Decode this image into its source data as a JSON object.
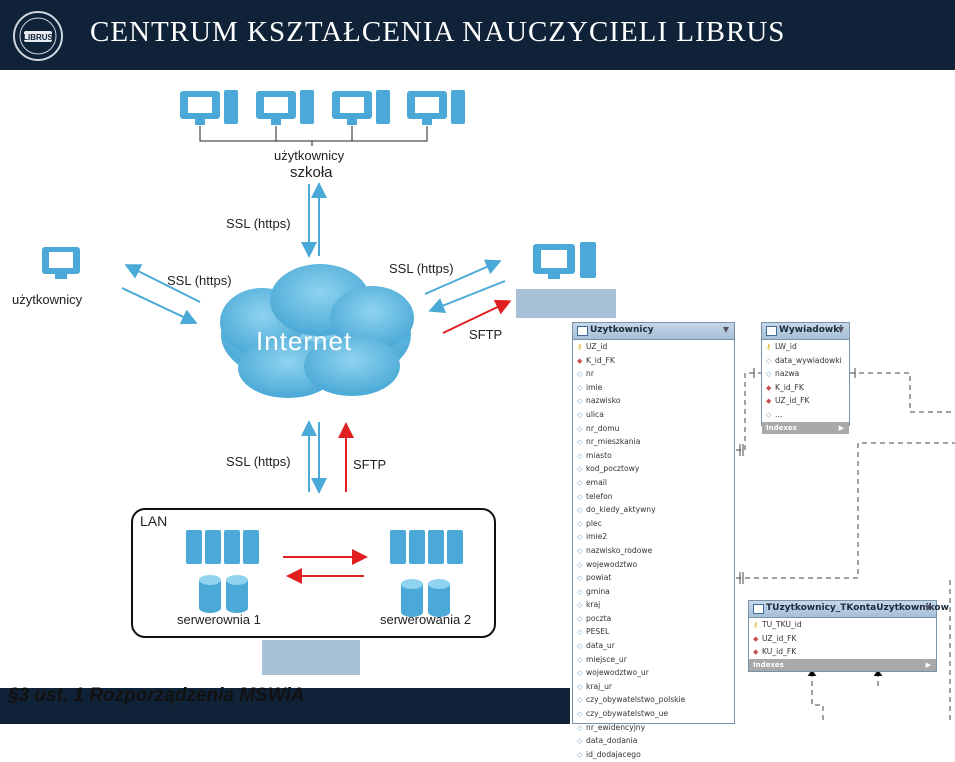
{
  "header": {
    "title": "CENTRUM KSZTAŁCENIA NAUCZYCIELI LIBRUS",
    "logo_text": "LIBRUS",
    "bg_color": "#0f2237"
  },
  "diagram": {
    "top_users_label": "użytkownicy",
    "school_label": "szkoła",
    "ssl_top": "SSL (https)",
    "left_users_label": "użytkownicy",
    "ssl_left": "SSL (https)",
    "ssl_right": "SSL (https)",
    "sftp_right": "SFTP",
    "internet_label": "Internet",
    "ssl_bottom": "SSL (https)",
    "sftp_bottom": "SFTP",
    "lan_label": "LAN",
    "server_room_1": "serwerownia 1",
    "server_room_2": "serwerowania 2",
    "cloud_color": "#5bb8e3",
    "arrow_blue": "#4aa9d6",
    "arrow_red": "#e02020"
  },
  "footer": {
    "caption": "§3 ust. 1 Rozporządzenia MSWiA"
  },
  "er": {
    "uzytkownicy": {
      "name": "Uzytkownicy",
      "columns": [
        "UZ_id",
        "K_id_FK",
        "nr",
        "imie",
        "nazwisko",
        "ulica",
        "nr_domu",
        "nr_mieszkania",
        "miasto",
        "kod_pocztowy",
        "email",
        "telefon",
        "do_kiedy_aktywny",
        "plec",
        "imie2",
        "nazwisko_rodowe",
        "wojewodztwo",
        "powiat",
        "gmina",
        "kraj",
        "poczta",
        "PESEL",
        "data_ur",
        "miejsce_ur",
        "wojewodztwo_ur",
        "kraj_ur",
        "czy_obywatelstwo_polskie",
        "czy_obywatelstwo_ue",
        "nr_ewidencyjny",
        "data_dodania",
        "id_dodajacego"
      ]
    },
    "wywiadowki": {
      "name": "Wywiadowki",
      "columns": [
        "LW_id",
        "data_wywiadowki",
        "nazwa",
        "K_id_FK",
        "UZ_id_FK",
        "..."
      ],
      "indexes": "Indexes"
    },
    "tuzytkownicy": {
      "name": "TUzytkownicy_TKontaUzytkownikow",
      "columns": [
        "TU_TKU_id",
        "UZ_id_FK",
        "KU_id_FK"
      ],
      "indexes": "Indexes"
    }
  }
}
